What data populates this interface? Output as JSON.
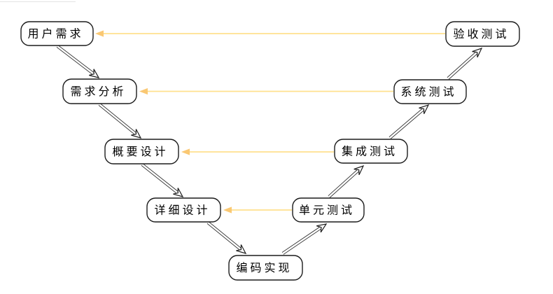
{
  "diagram": {
    "type": "v-model-flowchart",
    "nodes": [
      {
        "id": "user-requirements",
        "label": "用户需求"
      },
      {
        "id": "requirements-analysis",
        "label": "需求分析"
      },
      {
        "id": "preliminary-design",
        "label": "概要设计"
      },
      {
        "id": "detailed-design",
        "label": "详细设计"
      },
      {
        "id": "coding",
        "label": "编码实现"
      },
      {
        "id": "unit-test",
        "label": "单元测试"
      },
      {
        "id": "integration-test",
        "label": "集成测试"
      },
      {
        "id": "system-test",
        "label": "系统测试"
      },
      {
        "id": "acceptance-test",
        "label": "验收测试"
      }
    ],
    "edges": {
      "flow": [
        [
          "用户需求",
          "需求分析"
        ],
        [
          "需求分析",
          "概要设计"
        ],
        [
          "概要设计",
          "详细设计"
        ],
        [
          "详细设计",
          "编码实现"
        ],
        [
          "编码实现",
          "单元测试"
        ],
        [
          "单元测试",
          "集成测试"
        ],
        [
          "集成测试",
          "系统测试"
        ],
        [
          "系统测试",
          "验收测试"
        ]
      ],
      "verification": [
        [
          "单元测试",
          "详细设计"
        ],
        [
          "集成测试",
          "概要设计"
        ],
        [
          "系统测试",
          "需求分析"
        ],
        [
          "验收测试",
          "用户需求"
        ]
      ]
    }
  },
  "colors": {
    "node_fill": "#ffffff",
    "node_border": "#1c1c1c",
    "flow_arrow": "#1c1c1c",
    "verify_line": "#ffe08e",
    "verify_head": "#fac873",
    "canvas_edge": "#e3e3e3"
  }
}
